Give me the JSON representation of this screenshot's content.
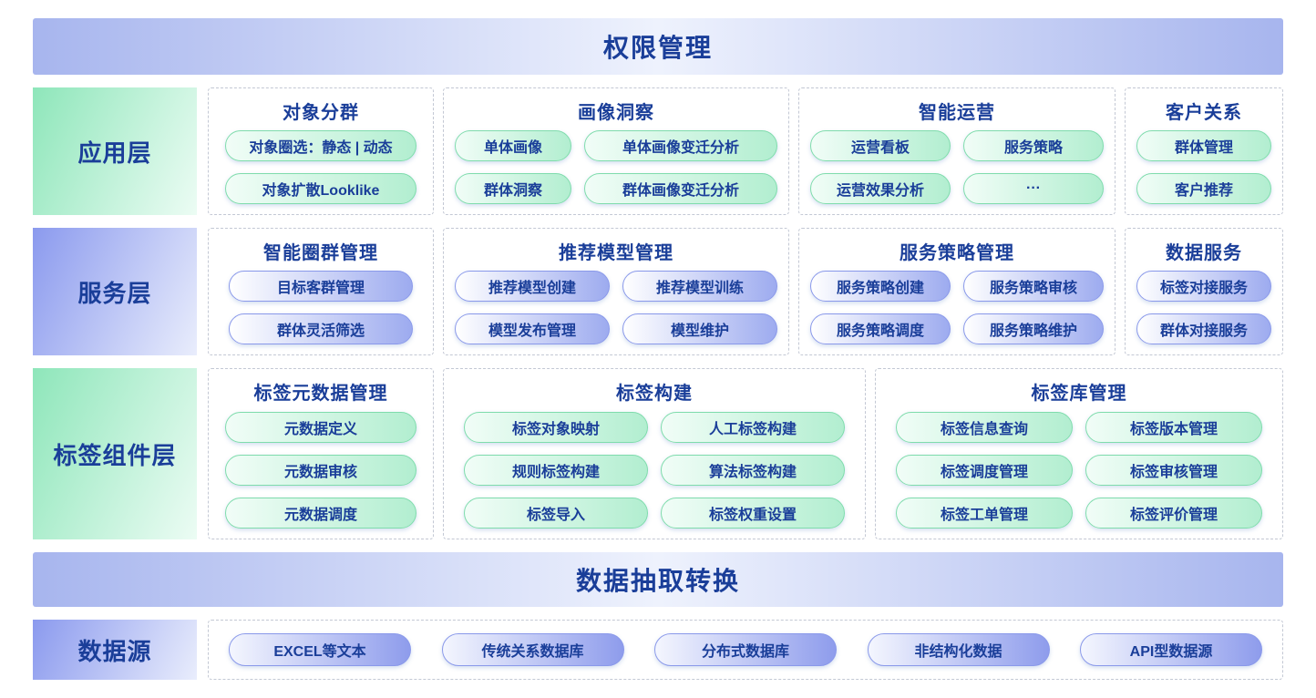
{
  "colors": {
    "text_primary": "#1a3e99",
    "banner_edge": "#a7b5ee",
    "banner_center": "#eef2fd",
    "green_dark": "#8ee6ba",
    "green_pill": "#b2eed0",
    "purple_dark": "#8b9aee",
    "purple_pill": "#9dabef"
  },
  "banners": {
    "permission": "权限管理",
    "etl": "数据抽取转换"
  },
  "layers": {
    "app": {
      "label": "应用层",
      "sections": [
        {
          "title": "对象分群",
          "pills": [
            "对象圈选：静态 | 动态",
            "对象扩散Looklike"
          ]
        },
        {
          "title": "画像洞察",
          "pills": [
            "单体画像",
            "单体画像变迁分析",
            "群体洞察",
            "群体画像变迁分析"
          ]
        },
        {
          "title": "智能运营",
          "pills": [
            "运营看板",
            "服务策略",
            "运营效果分析",
            "···"
          ]
        },
        {
          "title": "客户关系",
          "pills": [
            "群体管理",
            "客户推荐"
          ]
        }
      ]
    },
    "service": {
      "label": "服务层",
      "sections": [
        {
          "title": "智能圈群管理",
          "pills": [
            "目标客群管理",
            "群体灵活筛选"
          ]
        },
        {
          "title": "推荐模型管理",
          "pills": [
            "推荐模型创建",
            "推荐模型训练",
            "模型发布管理",
            "模型维护"
          ]
        },
        {
          "title": "服务策略管理",
          "pills": [
            "服务策略创建",
            "服务策略审核",
            "服务策略调度",
            "服务策略维护"
          ]
        },
        {
          "title": "数据服务",
          "pills": [
            "标签对接服务",
            "群体对接服务"
          ]
        }
      ]
    },
    "tag": {
      "label": "标签组件层",
      "sections": [
        {
          "title": "标签元数据管理",
          "pills": [
            "元数据定义",
            "元数据审核",
            "元数据调度"
          ]
        },
        {
          "title": "标签构建",
          "pills": [
            "标签对象映射",
            "人工标签构建",
            "规则标签构建",
            "算法标签构建",
            "标签导入",
            "标签权重设置"
          ]
        },
        {
          "title": "标签库管理",
          "pills": [
            "标签信息查询",
            "标签版本管理",
            "标签调度管理",
            "标签审核管理",
            "标签工单管理",
            "标签评价管理"
          ]
        }
      ]
    },
    "datasource": {
      "label": "数据源",
      "pills": [
        "EXCEL等文本",
        "传统关系数据库",
        "分布式数据库",
        "非结构化数据",
        "API型数据源"
      ]
    }
  }
}
